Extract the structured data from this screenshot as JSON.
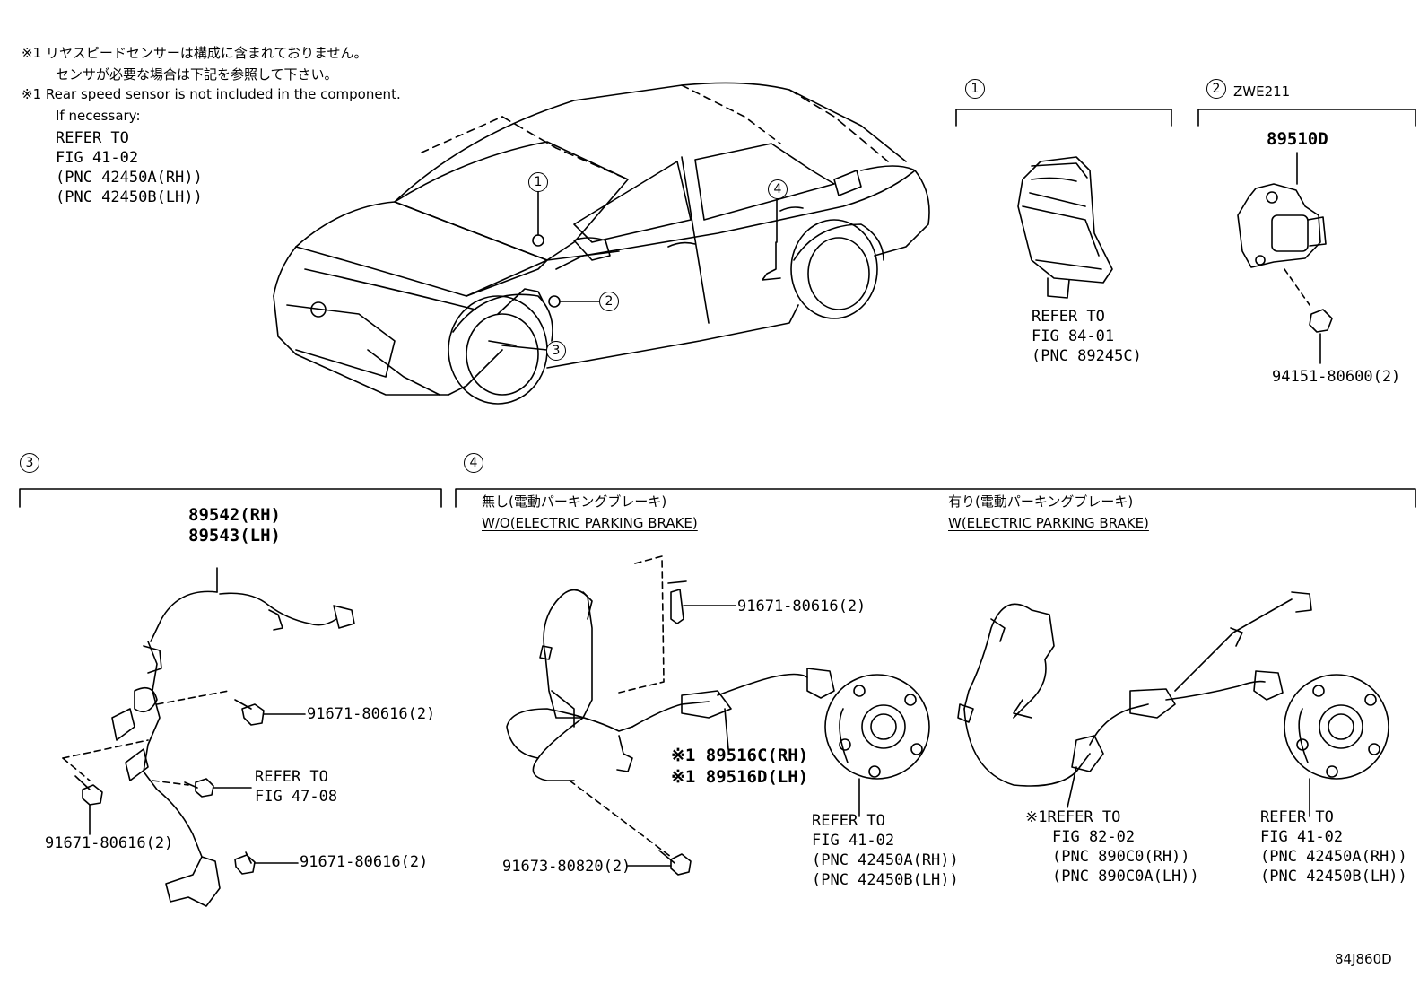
{
  "notes": {
    "jp_line1": "※1 リヤスピードセンサーは構成に含まれておりません。",
    "jp_line2": "センサが必要な場合は下記を参照して下さい。",
    "en_line1": "※1 Rear speed sensor is not included in the component.",
    "en_line2": "If necessary:",
    "refer_to": "REFER TO",
    "fig": "FIG 41-02",
    "pnc_rh": "(PNC 42450A(RH))",
    "pnc_lh": "(PNC 42450B(LH))"
  },
  "callouts": [
    "1",
    "2",
    "3",
    "4"
  ],
  "section1": {
    "refer_to": "REFER TO",
    "fig": "FIG 84-01",
    "pnc": "(PNC 89245C)"
  },
  "section2": {
    "model": "ZWE211",
    "part_number": "89510D",
    "nut": "94151-80600(2)"
  },
  "section3": {
    "part_rh": "89542(RH)",
    "part_lh": "89543(LH)",
    "bolt_a": "91671-80616(2)",
    "bolt_b": "91671-80616(2)",
    "bolt_c": "91671-80616(2)",
    "refer_to": "REFER TO",
    "fig": "FIG 47-08"
  },
  "section4": {
    "wo_jp": "無し(電動パーキングブレーキ)",
    "wo_en": "W/O(ELECTRIC PARKING BRAKE)",
    "w_jp": "有り(電動パーキングブレーキ)",
    "w_en": "W(ELECTRIC PARKING BRAKE)",
    "bolt_top": "91671-80616(2)",
    "sensor_rh": "※1 89516C(RH)",
    "sensor_lh": "※1 89516D(LH)",
    "bolt_bottom": "91673-80820(2)",
    "hub_refer_to": "REFER TO",
    "hub_fig": "FIG 41-02",
    "hub_pnc_rh": "(PNC 42450A(RH))",
    "hub_pnc_lh": "(PNC 42450B(LH))",
    "epb_refer_to": "※1REFER TO",
    "epb_fig": "FIG 82-02",
    "epb_pnc_rh": "(PNC 890C0(RH))",
    "epb_pnc_lh": "(PNC 890C0A(LH))",
    "hub2_refer_to": "REFER TO",
    "hub2_fig": "FIG 41-02",
    "hub2_pnc_rh": "(PNC 42450A(RH))",
    "hub2_pnc_lh": "(PNC 42450B(LH))"
  },
  "figure_id": "84J860D"
}
